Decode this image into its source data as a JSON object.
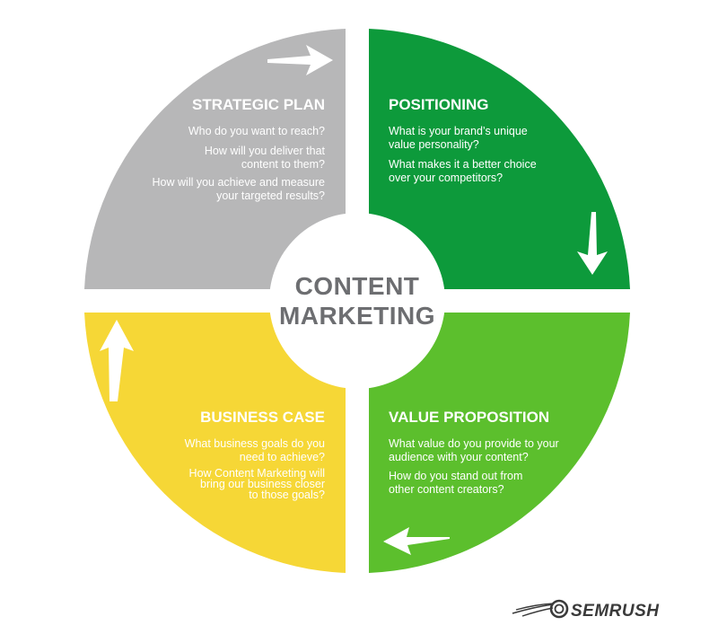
{
  "center": {
    "line1": "CONTENT",
    "line2": "MARKETING"
  },
  "quadrants": {
    "strategic_plan": {
      "title": "STRATEGIC PLAN",
      "lines": [
        "Who do you want to reach?",
        "How will you deliver that",
        "content to them?",
        "How will you achieve and measure",
        "your targeted results?"
      ]
    },
    "positioning": {
      "title": "POSITIONING",
      "lines": [
        "What is your brand’s unique",
        "value personality?",
        "What makes it a better choice",
        "over your competitors?"
      ]
    },
    "value_proposition": {
      "title": "VALUE PROPOSITION",
      "lines": [
        "What value do you provide to your",
        "audience with your content?",
        "How do you stand out from",
        "other content creators?"
      ]
    },
    "business_case": {
      "title": "BUSINESS CASE",
      "lines": [
        "What business goals do you",
        "need to achieve?",
        "How Content Marketing will",
        "bring our business closer",
        "to those goals?"
      ]
    }
  },
  "brand": {
    "name": "SEMRUSH",
    "icon": "semrush-comet-icon"
  },
  "colors": {
    "strategic_plan": "#b7b7b8",
    "positioning": "#0d9a3b",
    "value_proposition": "#5cbf2d",
    "business_case": "#f6d736",
    "center_text": "#6d6e71",
    "brand": "#3a3a3a"
  }
}
